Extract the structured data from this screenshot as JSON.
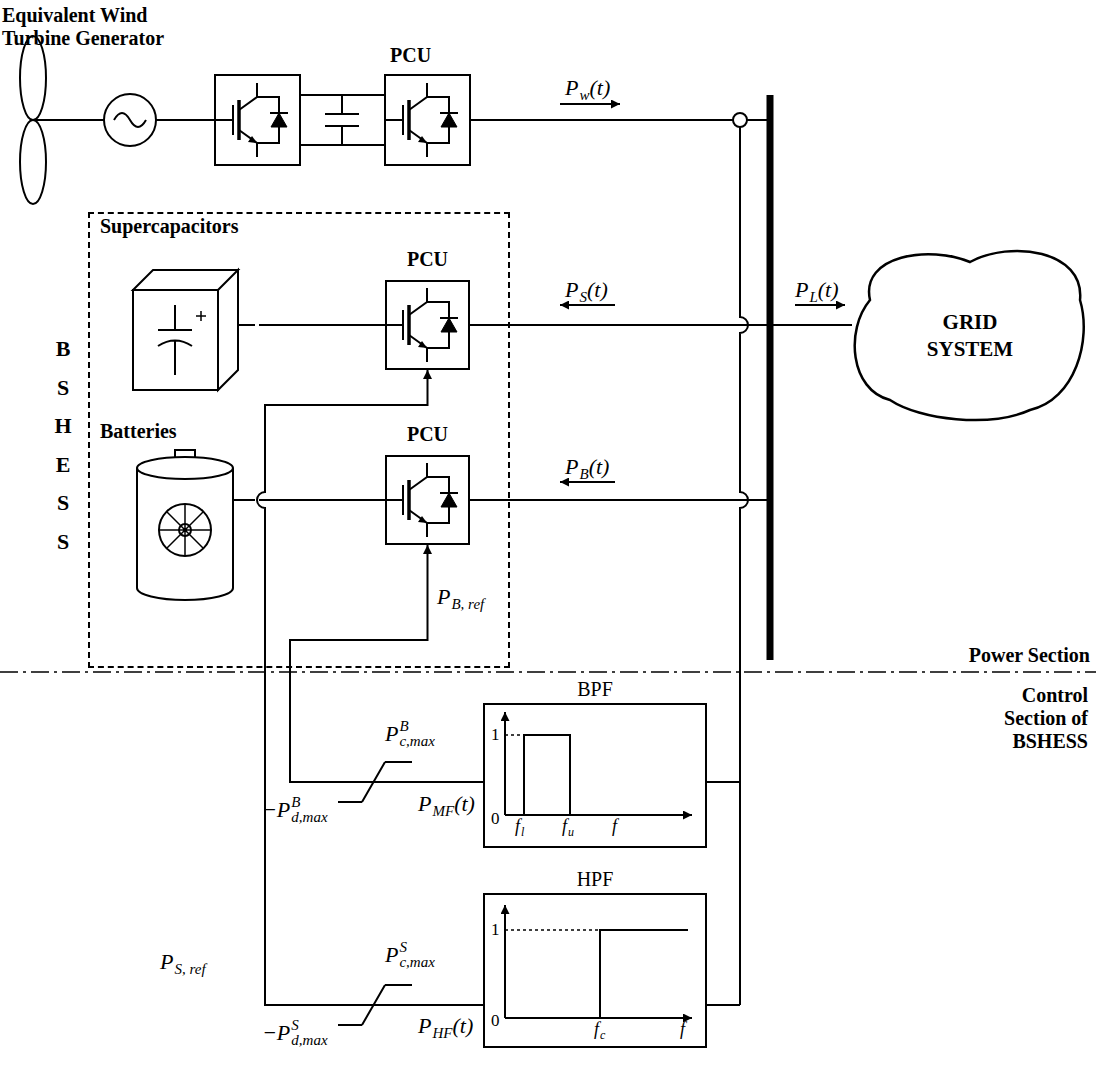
{
  "diagram": {
    "nodes": [
      {
        "text": [
          "BSHESS"
        ]
      },
      {
        "text": [
          "Supercapacitors"
        ],
        "in": 0
      },
      {
        "text": [
          "PCU"
        ],
        "in": 0
      },
      {
        "text": [
          "Batteries"
        ],
        "in": 0
      },
      {
        "text": [
          "PCU"
        ],
        "in": 0
      },
      {
        "text": [
          "GRID SYSTEM"
        ]
      },
      {
        "text": [
          "BPF"
        ]
      },
      {
        "text": [
          "HPF"
        ]
      }
    ],
    "edges": [
      {
        "from": 1,
        "to": 2,
        "arrow": "none"
      },
      {
        "from": 3,
        "to": 4,
        "arrow": "none"
      },
      {
        "from": 6,
        "to": 4,
        "arrow": "to"
      },
      {
        "from": 7,
        "to": 2,
        "arrow": "to"
      }
    ],
    "labels": [
      "Equivalent Wind Turbine Generator",
      "PCU",
      "P",
      "w",
      "(t)",
      "P",
      "S",
      "(t)",
      "P",
      "L",
      "(t)",
      "P",
      "B",
      "(t)",
      "Power Section",
      "Control Section of BSHESS",
      "P",
      "B, ref",
      "P",
      "B",
      "c,max",
      "−P",
      "B",
      "d,max",
      "P",
      "MF",
      "(t)",
      "1",
      "0",
      "f",
      "l",
      "f",
      "u",
      "f",
      "P",
      "S, ref",
      "P",
      "S",
      "c,max",
      "−P",
      "S",
      "d,max",
      "P",
      "HF",
      "(t)",
      "1",
      "0",
      "f",
      "c",
      "f"
    ]
  }
}
